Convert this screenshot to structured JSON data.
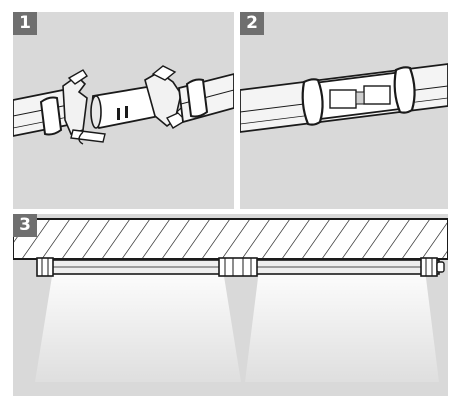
{
  "steps": [
    {
      "number": "1",
      "illustration": "clip-connector-open-icon"
    },
    {
      "number": "2",
      "illustration": "clip-connector-closed-icon"
    },
    {
      "number": "3",
      "illustration": "ceiling-mounted-light-bars-icon"
    }
  ],
  "colors": {
    "panel_background": "#d9d9d9",
    "badge_background": "#6f6f6f",
    "badge_text": "#ffffff",
    "line": "#1a1a1a"
  }
}
